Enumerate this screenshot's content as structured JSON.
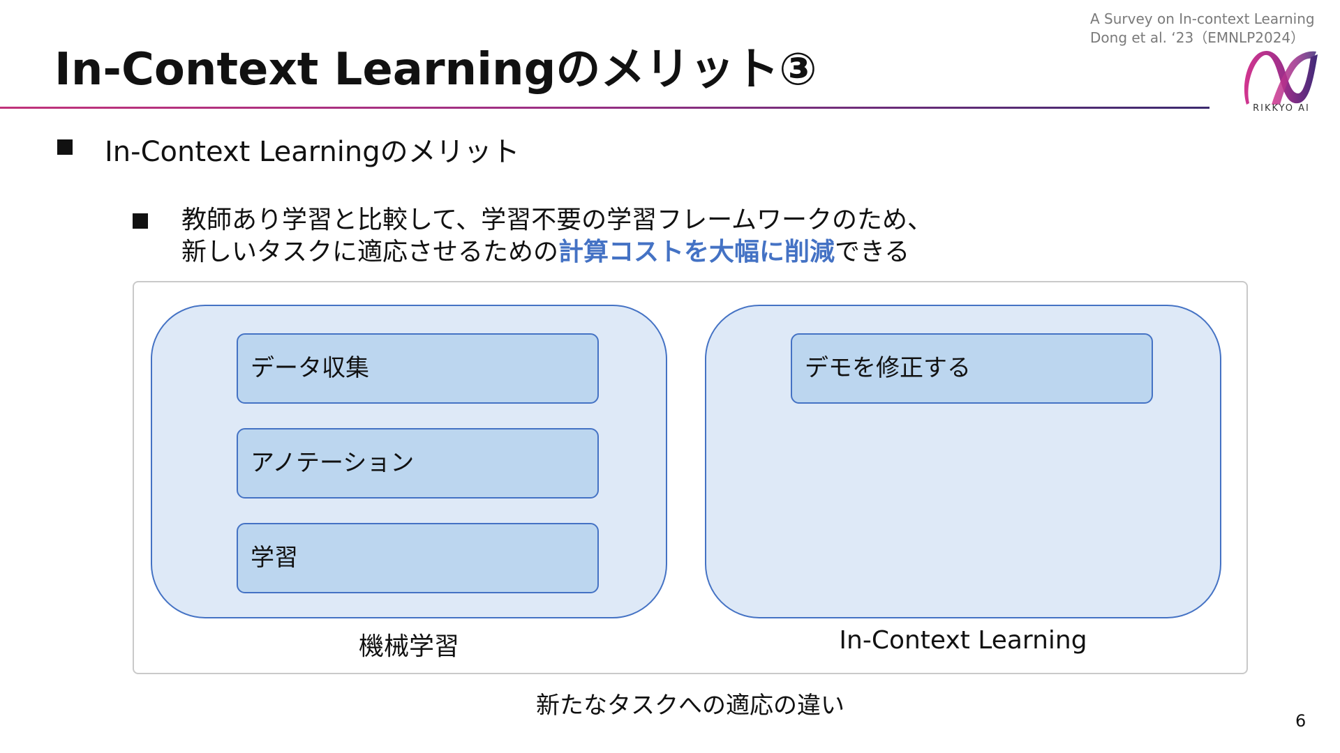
{
  "slide": {
    "title": "In-Context Learningのメリット③",
    "reference": {
      "line1": "A Survey on In-context Learning",
      "line2": "Dong et al. ‘23（EMNLP2024）"
    },
    "logo_text": "RIKKYO AI",
    "bullet1": "In-Context Learningのメリット",
    "bullet2": {
      "line1": "教師あり学習と比較して、学習不要の学習フレームワークのため、",
      "line2_prefix": "新しいタスクに適応させるための",
      "line2_highlight": "計算コストを大幅に削減",
      "line2_suffix": "できる"
    },
    "diagram": {
      "left_panel": {
        "label": "機械学習",
        "steps": [
          "データ収集",
          "アノテーション",
          "学習"
        ]
      },
      "right_panel": {
        "label": "In-Context Learning",
        "steps": [
          "デモを修正する"
        ]
      },
      "caption": "新たなタスクへの適応の違い"
    },
    "page_number": "6",
    "colors": {
      "highlight": "#4472c4",
      "panel_fill": "#dee9f7",
      "step_fill": "#bcd6ef",
      "accent_pink": "#c0327a",
      "accent_purple": "#3b2a6e"
    }
  }
}
